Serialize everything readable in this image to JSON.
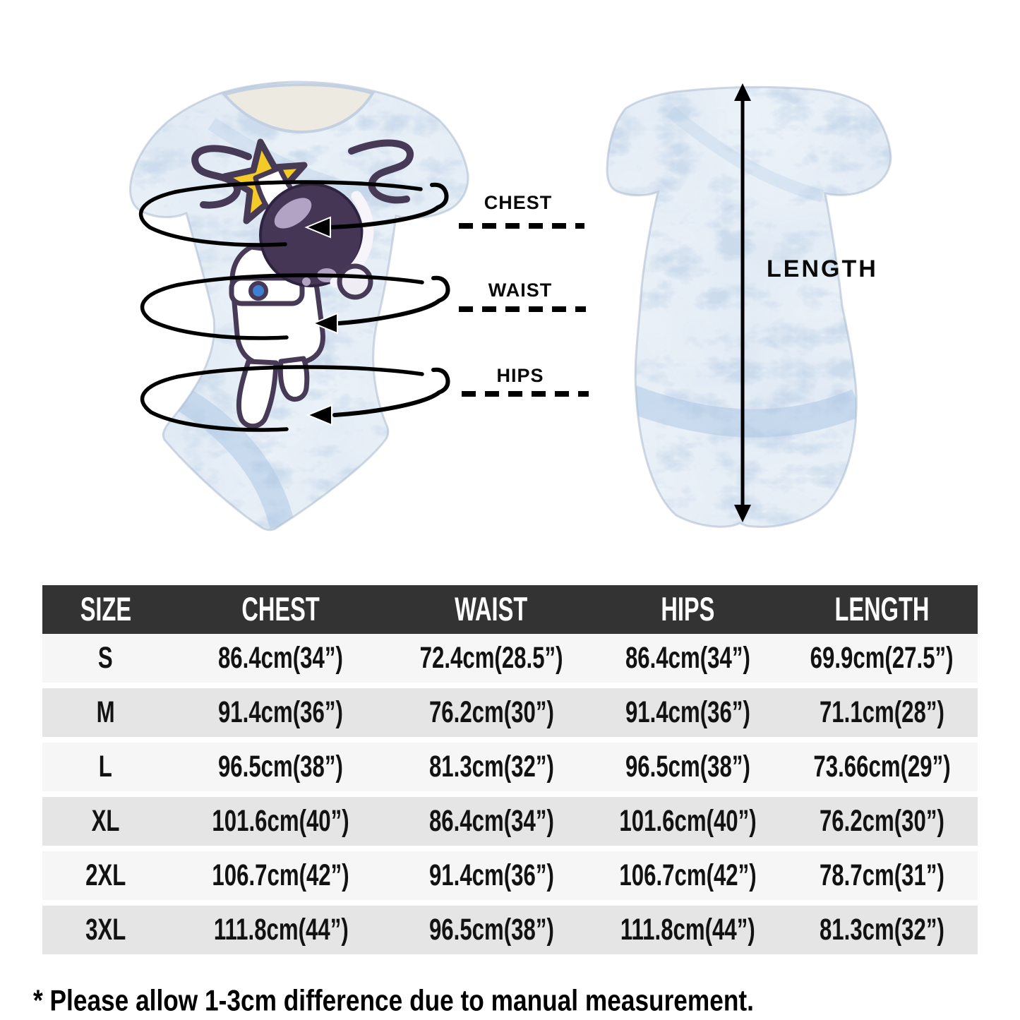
{
  "diagram": {
    "labels": {
      "chest": "CHEST",
      "waist": "WAIST",
      "hips": "HIPS",
      "length": "LENGTH"
    },
    "print_description": "astronaut-holding-star",
    "colors": {
      "marble_base": "#eaf1f8",
      "marble_cloud": "#c6d8ea",
      "marble_vein": "#9cb9d8",
      "neck_inner": "#edeae1",
      "annotation": "#000000",
      "star": "#f4ca28",
      "suit_white": "#ffffff",
      "art_outline": "#473a56",
      "helmet": "#463655",
      "helmet_highlight": "#b2a3c4",
      "buckle": "#3f7fd2"
    }
  },
  "size_table": {
    "headers": [
      "SIZE",
      "CHEST",
      "WAIST",
      "HIPS",
      "LENGTH"
    ],
    "rows": [
      {
        "size": "S",
        "chest": "86.4cm(34”)",
        "waist": "72.4cm(28.5”)",
        "hips": "86.4cm(34”)",
        "length": "69.9cm(27.5”)"
      },
      {
        "size": "M",
        "chest": "91.4cm(36”)",
        "waist": "76.2cm(30”)",
        "hips": "91.4cm(36”)",
        "length": "71.1cm(28”)"
      },
      {
        "size": "L",
        "chest": "96.5cm(38”)",
        "waist": "81.3cm(32”)",
        "hips": "96.5cm(38”)",
        "length": "73.66cm(29”)"
      },
      {
        "size": "XL",
        "chest": "101.6cm(40”)",
        "waist": "86.4cm(34”)",
        "hips": "101.6cm(40”)",
        "length": "76.2cm(30”)"
      },
      {
        "size": "2XL",
        "chest": "106.7cm(42”)",
        "waist": "91.4cm(36”)",
        "hips": "106.7cm(42”)",
        "length": "78.7cm(31”)"
      },
      {
        "size": "3XL",
        "chest": "111.8cm(44”)",
        "waist": "96.5cm(38”)",
        "hips": "111.8cm(44”)",
        "length": "81.3cm(32”)"
      }
    ],
    "style": {
      "header_bg": "#333333",
      "header_text": "#ffffff",
      "row_light": "#f6f6f7",
      "row_dark": "#e5e5e6"
    }
  },
  "footnote": "* Please allow 1-3cm difference due to manual measurement.",
  "chart_data": {
    "type": "table",
    "columns": [
      "SIZE",
      "CHEST",
      "WAIST",
      "HIPS",
      "LENGTH"
    ],
    "rows": [
      [
        "S",
        "86.4cm(34”)",
        "72.4cm(28.5”)",
        "86.4cm(34”)",
        "69.9cm(27.5”)"
      ],
      [
        "M",
        "91.4cm(36”)",
        "76.2cm(30”)",
        "91.4cm(36”)",
        "71.1cm(28”)"
      ],
      [
        "L",
        "96.5cm(38”)",
        "81.3cm(32”)",
        "96.5cm(38”)",
        "73.66cm(29”)"
      ],
      [
        "XL",
        "101.6cm(40”)",
        "86.4cm(34”)",
        "101.6cm(40”)",
        "76.2cm(30”)"
      ],
      [
        "2XL",
        "106.7cm(42”)",
        "91.4cm(36”)",
        "106.7cm(42”)",
        "78.7cm(31”)"
      ],
      [
        "3XL",
        "111.8cm(44”)",
        "96.5cm(38”)",
        "111.8cm(44”)",
        "81.3cm(32”)"
      ]
    ]
  }
}
